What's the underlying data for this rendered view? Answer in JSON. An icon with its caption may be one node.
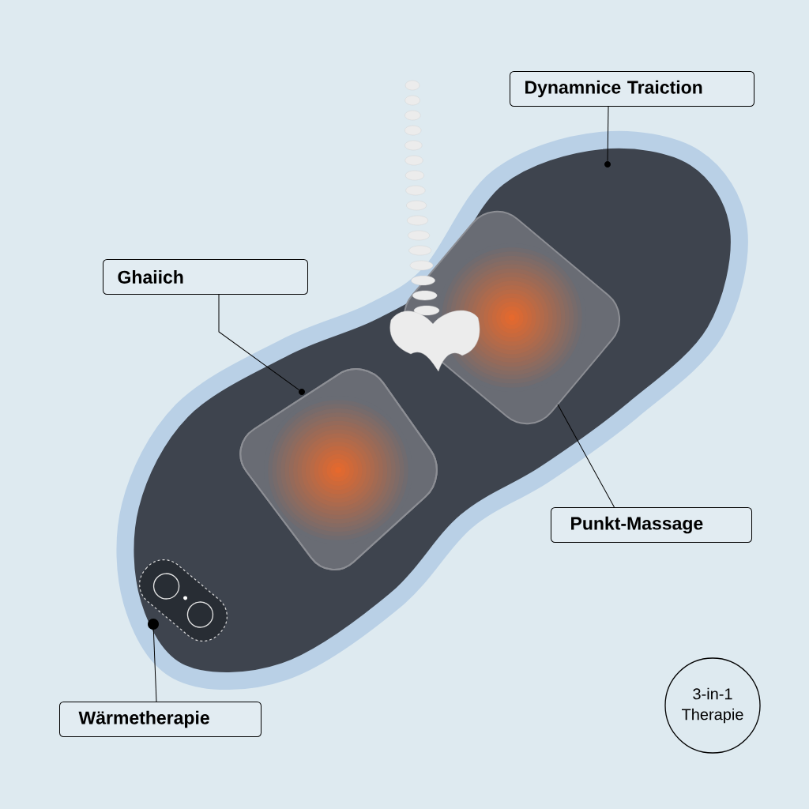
{
  "diagram": {
    "nodes": [
      {
        "text": [
          "Dynamnice Traiction"
        ]
      },
      {
        "text": [
          "Ghaiich"
        ]
      },
      {
        "text": [
          "Punkt-Massage"
        ]
      },
      {
        "text": [
          "Wärmetherapie"
        ]
      },
      {
        "text": [
          "3-in-1 Therapie"
        ]
      },
      {
        "text": [],
        "shape": "circle"
      },
      {
        "text": [],
        "shape": "circle"
      },
      {
        "text": [],
        "shape": "circle"
      }
    ],
    "edges": [
      {
        "from": 0,
        "to": 5,
        "arrow": "none"
      },
      {
        "from": 1,
        "to": 6,
        "arrow": "none"
      },
      {
        "from": 2,
        "to": null,
        "arrow": "none"
      },
      {
        "from": 3,
        "to": 7,
        "arrow": "none"
      }
    ]
  }
}
